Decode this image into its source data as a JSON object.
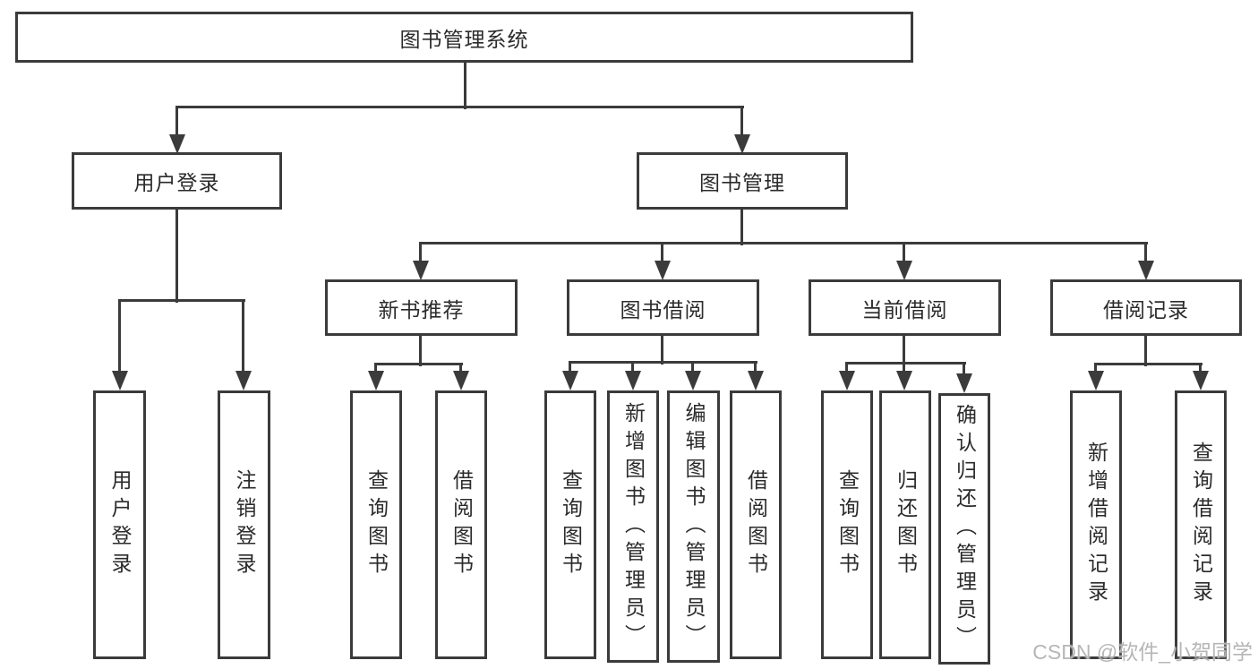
{
  "diagram": {
    "tree": {
      "label": "图书管理系统",
      "children": [
        {
          "label": "用户登录",
          "children": [
            {
              "label": "用户登录"
            },
            {
              "label": "注销登录"
            }
          ]
        },
        {
          "label": "图书管理",
          "children": [
            {
              "label": "新书推荐",
              "children": [
                {
                  "label": "查询图书"
                },
                {
                  "label": "借阅图书"
                }
              ]
            },
            {
              "label": "图书借阅",
              "children": [
                {
                  "label": "查询图书"
                },
                {
                  "label": "新增图书（管理员）"
                },
                {
                  "label": "编辑图书（管理员）"
                },
                {
                  "label": "借阅图书"
                }
              ]
            },
            {
              "label": "当前借阅",
              "children": [
                {
                  "label": "查询图书"
                },
                {
                  "label": "归还图书"
                },
                {
                  "label": "确认归还（管理员）"
                }
              ]
            },
            {
              "label": "借阅记录",
              "children": [
                {
                  "label": "新增借阅记录"
                },
                {
                  "label": "查询借阅记录"
                }
              ]
            }
          ]
        }
      ]
    },
    "colors": {
      "line": "#3b3b3b",
      "text": "#2b2b2b",
      "background": "#ffffff"
    }
  },
  "watermark": "CSDN @软件_小贺同学"
}
